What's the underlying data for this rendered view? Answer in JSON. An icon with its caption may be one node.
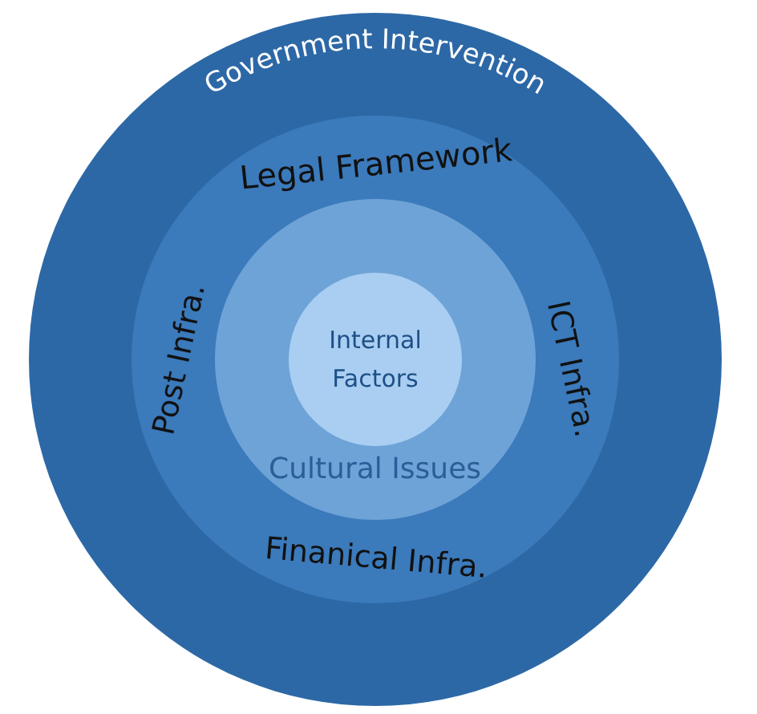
{
  "diagram": {
    "nodes": [
      {
        "text": [
          "Government Intervention"
        ]
      },
      {
        "text": [
          "Legal Framework",
          "ICT Infra.",
          "Finanical Infra.",
          "Post Infra."
        ],
        "in": 0
      },
      {
        "text": [
          "Cultural Issues"
        ],
        "in": 1
      },
      {
        "text": [
          "Internal Factors"
        ],
        "in": 2
      }
    ]
  }
}
